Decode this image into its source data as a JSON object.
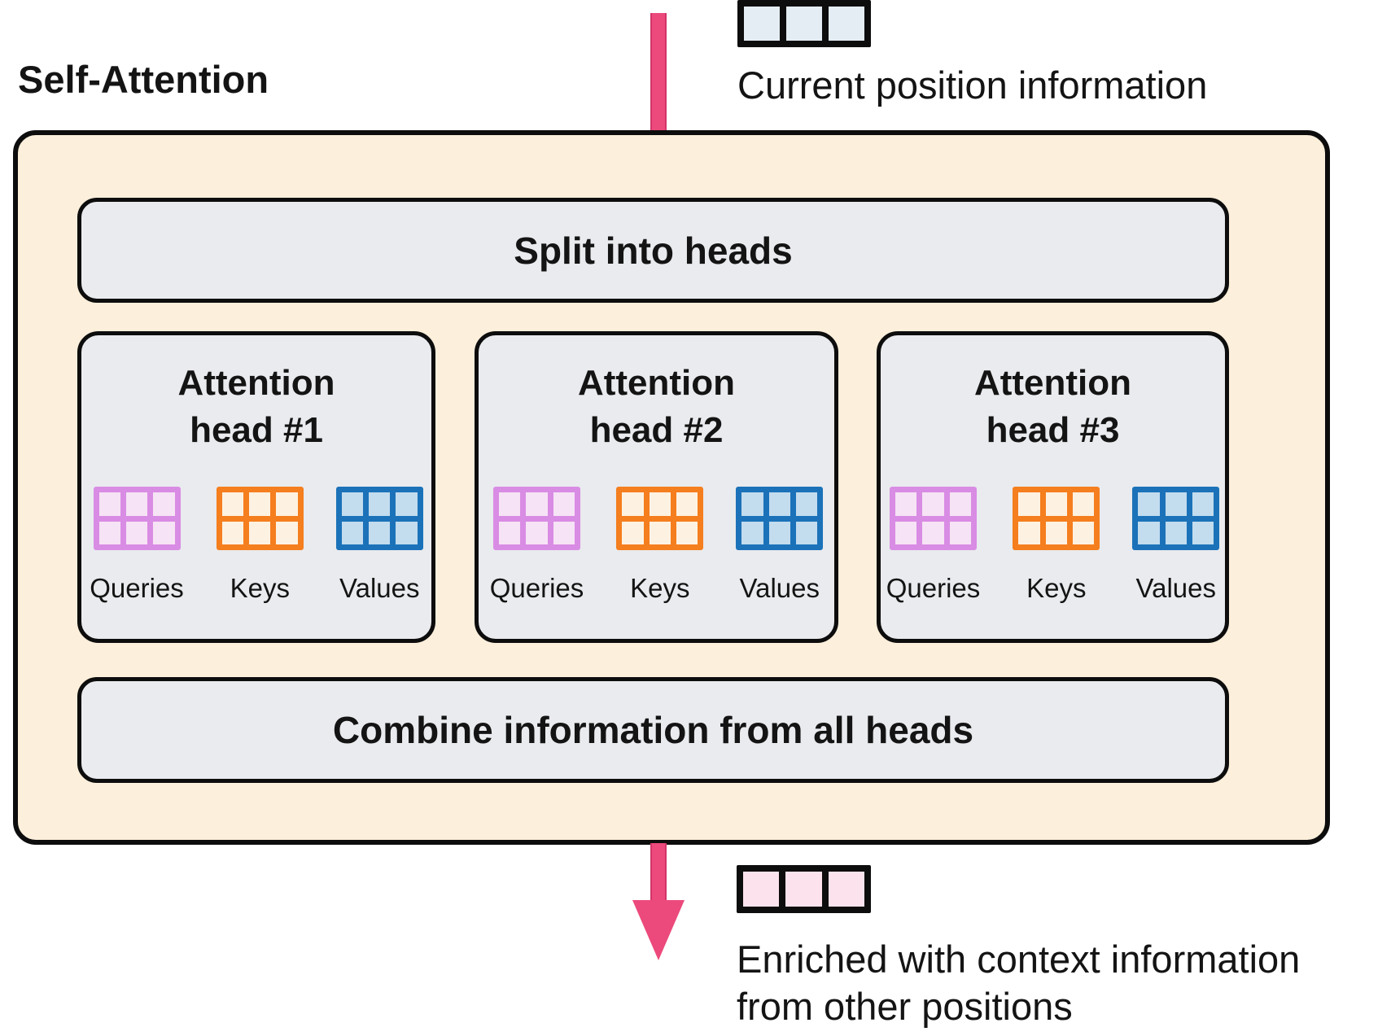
{
  "title": "Self-Attention",
  "input_token": {
    "label": "Current position information",
    "cells": 3
  },
  "output_token": {
    "label_line1": "Enriched with context information",
    "label_line2": "from other positions",
    "cells": 3
  },
  "block": {
    "split_label": "Split into heads",
    "combine_label": "Combine information from all heads",
    "heads": [
      {
        "title_line1": "Attention",
        "title_line2": "head #1",
        "matrices": [
          {
            "type": "queries",
            "label": "Queries"
          },
          {
            "type": "keys",
            "label": "Keys"
          },
          {
            "type": "values",
            "label": "Values"
          }
        ]
      },
      {
        "title_line1": "Attention",
        "title_line2": "head #2",
        "matrices": [
          {
            "type": "queries",
            "label": "Queries"
          },
          {
            "type": "keys",
            "label": "Keys"
          },
          {
            "type": "values",
            "label": "Values"
          }
        ]
      },
      {
        "title_line1": "Attention",
        "title_line2": "head #3",
        "matrices": [
          {
            "type": "queries",
            "label": "Queries"
          },
          {
            "type": "keys",
            "label": "Keys"
          },
          {
            "type": "values",
            "label": "Values"
          }
        ]
      }
    ]
  },
  "colors": {
    "arrow-pink": "#ec4a7c",
    "block-cream": "#fcefdb",
    "box-gray": "#e9ebee",
    "border-black": "#0d0d0d",
    "queries-border": "#d98ce4",
    "queries-fill": "#f6e3f5",
    "keys-border": "#f57e1e",
    "keys-fill": "#fdf2e2",
    "values-border": "#1b72b9",
    "values-fill": "#c3dcee",
    "input-cell": "#e4edf4",
    "output-cell": "#fce2ec",
    "text": "#141414"
  }
}
